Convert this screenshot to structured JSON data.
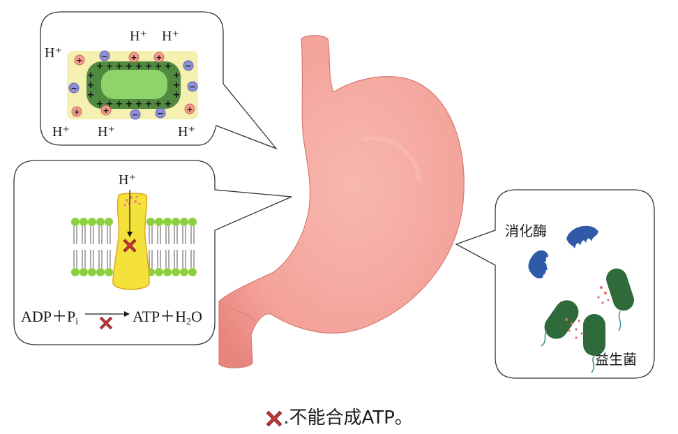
{
  "panel_top": {
    "h_labels": [
      "H⁺",
      "H⁺",
      "H⁺",
      "H⁺",
      "H⁺",
      "H⁺"
    ],
    "inner_charge": "+",
    "outer_pos_charge": "+",
    "outer_neg_charge": "−"
  },
  "panel_left": {
    "h_label": "H⁺",
    "reaction_left": "ADP＋P",
    "reaction_sub": "i",
    "reaction_right_a": "ATP＋H",
    "reaction_sub2": "2",
    "reaction_right_b": "O"
  },
  "panel_right": {
    "enzyme_label": "消化酶",
    "bacteria_label": "益生菌"
  },
  "caption": {
    "text": ".不能合成ATP。"
  },
  "colors": {
    "stomach": "#f4a29a",
    "membrane_green": "#8ccf3f",
    "channel_yellow": "#f4e23a",
    "x_mark": "#d93a3a",
    "enzyme_blue": "#2f5aa8",
    "bacteria_green": "#2f6b3a",
    "cell_outer": "#f5f0b0",
    "cell_dark": "#4f8a3f",
    "cell_light": "#8fd46a"
  }
}
